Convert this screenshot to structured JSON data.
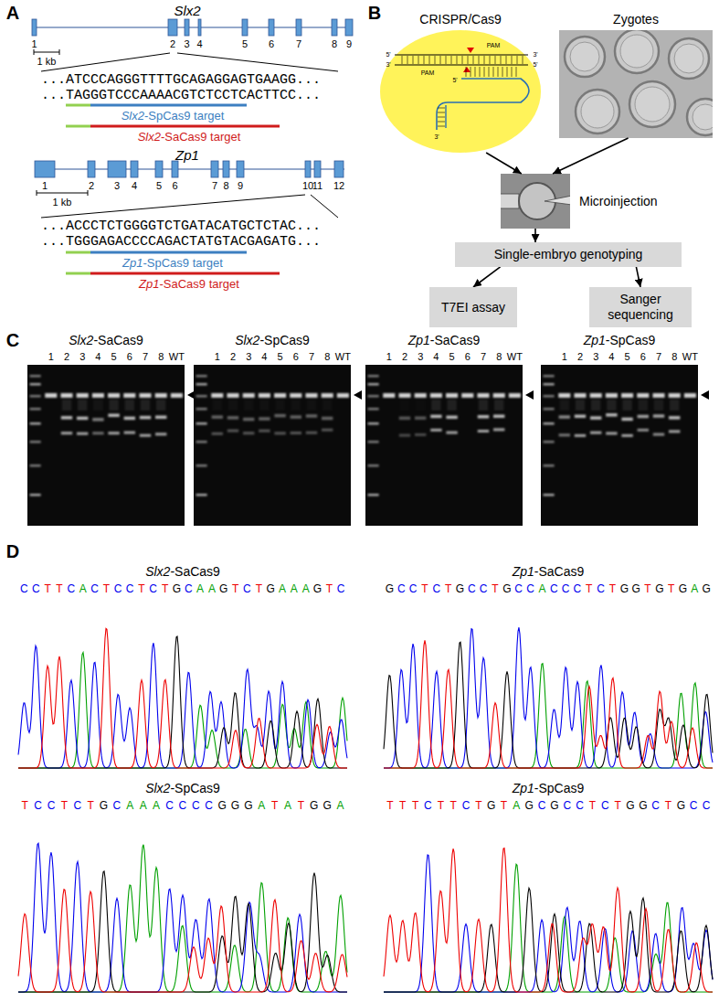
{
  "diagram": {
    "nodes": [
      {
        "text": [
          "CRISPR/Cas9"
        ]
      },
      {
        "text": [
          "Zygotes"
        ]
      },
      {
        "text": [
          "Microinjection"
        ]
      },
      {
        "text": [
          "Single-embryo genotyping"
        ]
      },
      {
        "text": [
          "T7EI assay"
        ]
      },
      {
        "text": [
          "Sanger sequencing"
        ]
      }
    ],
    "edges": [
      {
        "from": 0,
        "to": 2,
        "arrow": "to"
      },
      {
        "from": 1,
        "to": 2,
        "arrow": "to"
      },
      {
        "from": 2,
        "to": 3,
        "arrow": "to"
      },
      {
        "from": 3,
        "to": 4,
        "arrow": "to"
      },
      {
        "from": 3,
        "to": 5,
        "arrow": "to"
      }
    ],
    "labels": [
      "A",
      "Slx2",
      "1",
      "2",
      "3",
      "4",
      "5",
      "6",
      "7",
      "8",
      "9",
      "1 kb",
      "...ATCCCAGGGTTTTGCAGAGGAGTGAAGG...",
      "...TAGGGTCCCAAAACGTCTCCTCACTTCC...",
      "Slx2-SpCas9 target",
      "Slx2-SaCas9 target",
      "Zp1",
      "1",
      "2",
      "3",
      "4",
      "5",
      "6",
      "7",
      "8",
      "9",
      "10",
      "11",
      "12",
      "1 kb",
      "...ACCCTCTGGGGTCTGATACATGCTCTAC...",
      "...TGGGAGACCCCAGACTATGTACGAGATG...",
      "Zp1-SpCas9 target",
      "Zp1-SaCas9 target",
      "B",
      "5'",
      "PAM",
      "3'",
      "3'",
      "PAM",
      "5'",
      "5'",
      "3'",
      "C",
      "Slx2-SaCas9",
      "1",
      "2",
      "3",
      "4",
      "5",
      "6",
      "7",
      "8",
      "WT",
      "Slx2-SpCas9",
      "1",
      "2",
      "3",
      "4",
      "5",
      "6",
      "7",
      "8",
      "WT",
      "Zp1-SaCas9",
      "1",
      "2",
      "3",
      "4",
      "5",
      "6",
      "7",
      "8",
      "WT",
      "Zp1-SpCas9",
      "1",
      "2",
      "3",
      "4",
      "5",
      "6",
      "7",
      "8",
      "WT",
      "D",
      "Slx2-SaCas9",
      "CCTTCACTCCTCTGCAAGTCTGAAAGTC",
      "Zp1-SaCas9",
      "GCCTCTGCCTGCCACCCTCTGGTGTGAG",
      "Slx2-SpCas9",
      "TCCTCTGCAAACCCCGGGATATGGA",
      "Zp1-SpCas9",
      "TTTCTTCTGTAGCGCCTCTGGCTGCC"
    ]
  }
}
